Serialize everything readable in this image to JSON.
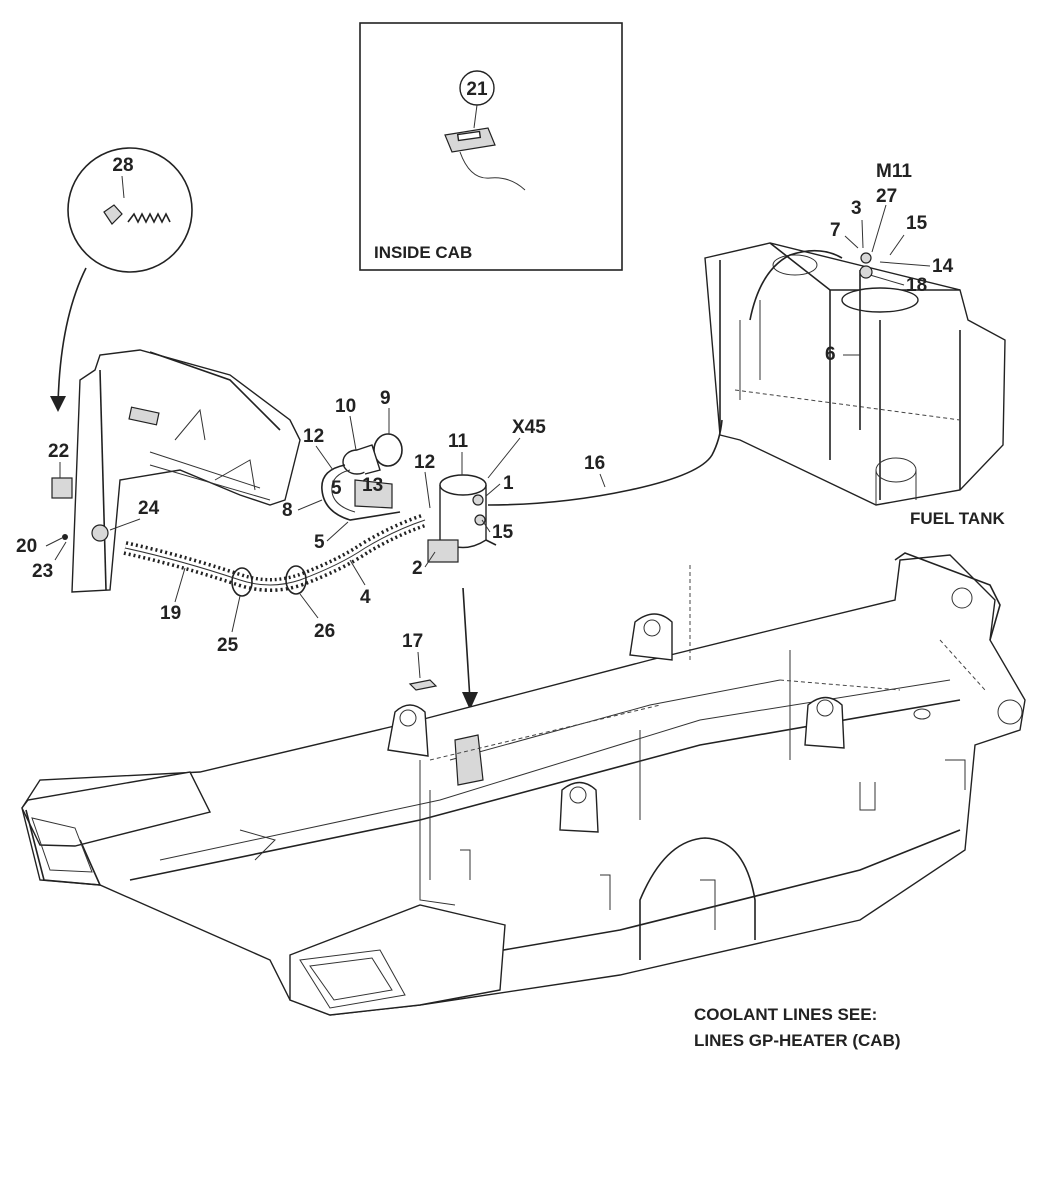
{
  "inset_label": "INSIDE CAB",
  "fuel_tank_label": "FUEL TANK",
  "note_line1": "COOLANT LINES SEE:",
  "note_line2": "LINES GP-HEATER (CAB)",
  "callouts": {
    "c21": "21",
    "c28": "28",
    "m11": "M11",
    "c27": "27",
    "c3": "3",
    "c7": "7",
    "c15a": "15",
    "c14": "14",
    "c18": "18",
    "c6": "6",
    "c10": "10",
    "c9": "9",
    "c12a": "12",
    "c11": "11",
    "x45": "X45",
    "c16": "16",
    "c12b": "12",
    "c1": "1",
    "c5a": "5",
    "c13": "13",
    "c8": "8",
    "c15b": "15",
    "c5b": "5",
    "c2": "2",
    "c22": "22",
    "c24": "24",
    "c20": "20",
    "c23": "23",
    "c19": "19",
    "c4": "4",
    "c25": "25",
    "c26": "26",
    "c17": "17"
  }
}
